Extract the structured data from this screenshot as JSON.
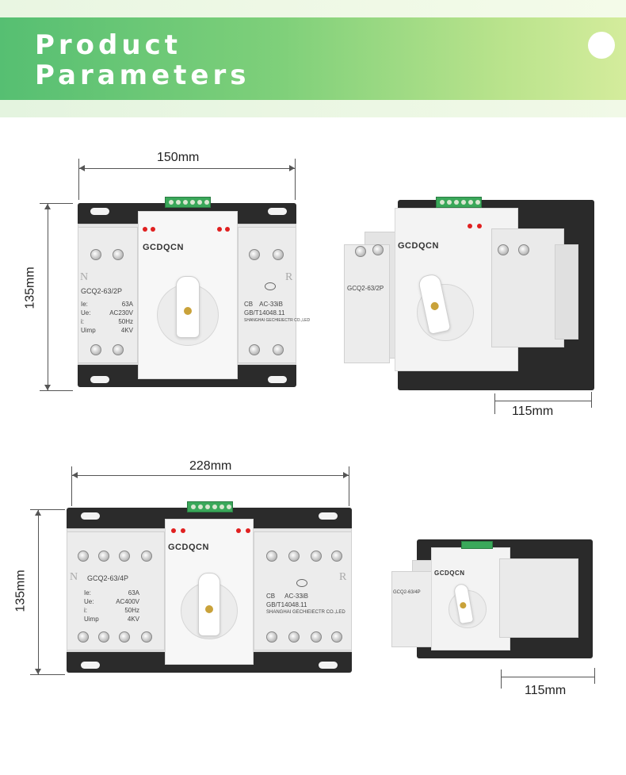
{
  "banner": {
    "title_line1": "Product",
    "title_line2": "Parameters"
  },
  "brand": "GCDQCN",
  "products": [
    {
      "model": "GCQ2-63/2P",
      "width_label": "150mm",
      "height_label": "135mm",
      "depth_label": "115mm",
      "specs": [
        {
          "key": "Ie:",
          "value": "63A"
        },
        {
          "key": "Ue:",
          "value": "AC230V"
        },
        {
          "key": "i:",
          "value": "50Hz"
        },
        {
          "key": "Uimp",
          "value": "4KV"
        }
      ],
      "cert": [
        "CB",
        "AC-33iB",
        "GB/T14048.11",
        "SHANGHAI GECHIEIECTR CO.,LED"
      ]
    },
    {
      "model": "GCQ2-63/4P",
      "width_label": "228mm",
      "height_label": "135mm",
      "depth_label": "115mm",
      "specs": [
        {
          "key": "Ie:",
          "value": "63A"
        },
        {
          "key": "Ue:",
          "value": "AC400V"
        },
        {
          "key": "i:",
          "value": "50Hz"
        },
        {
          "key": "Uimp",
          "value": "4KV"
        }
      ],
      "cert": [
        "CB",
        "AC-33iB",
        "GB/T14048.11",
        "SHANGHAI GECHIEIECTR CO.,LED"
      ]
    }
  ]
}
